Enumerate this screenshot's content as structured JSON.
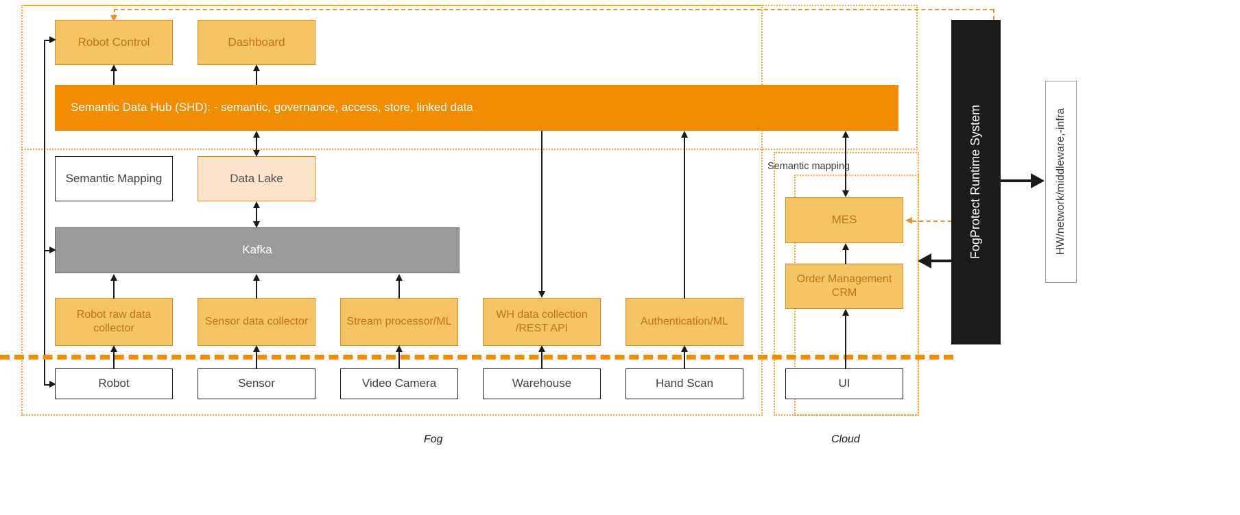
{
  "diagram": {
    "zones": {
      "fog_label": "Fog",
      "cloud_label": "Cloud",
      "semantic_mapping_label": "Semantic mapping"
    },
    "fog": {
      "applications": [
        {
          "label": "Robot Control"
        },
        {
          "label": "Dashboard"
        }
      ],
      "hub": {
        "label": "Semantic Data Hub (SHD): - semantic, governance, access, store, linked data"
      },
      "middle": [
        {
          "label": "Semantic Mapping"
        },
        {
          "label": "Data Lake"
        }
      ],
      "bus": {
        "label": "Kafka"
      },
      "collectors": [
        {
          "label": "Robot raw data collector"
        },
        {
          "label": "Sensor data collector"
        },
        {
          "label": "Stream processor/ML"
        },
        {
          "label": "WH data collection /REST API"
        },
        {
          "label": "Authentication/ML"
        }
      ],
      "devices": [
        {
          "label": "Robot"
        },
        {
          "label": "Sensor"
        },
        {
          "label": "Video Camera"
        },
        {
          "label": "Warehouse"
        },
        {
          "label": "Hand Scan"
        }
      ]
    },
    "cloud": {
      "systems": [
        {
          "label": "MES"
        },
        {
          "label": "Order Management CRM"
        }
      ],
      "devices": [
        {
          "label": "UI"
        }
      ]
    },
    "runtime": {
      "bar_label": "FogProtect Runtime System",
      "infra_label": "HW/network/middleware,-infra"
    },
    "colors": {
      "amber_fill": "#F5C464",
      "amber_border": "#E08A17",
      "orange": "#F28C00",
      "peach": "#FCE3CC",
      "grey": "#9A9A9A",
      "black": "#1B1B1B",
      "dotted_zone": "#F5A524"
    }
  }
}
